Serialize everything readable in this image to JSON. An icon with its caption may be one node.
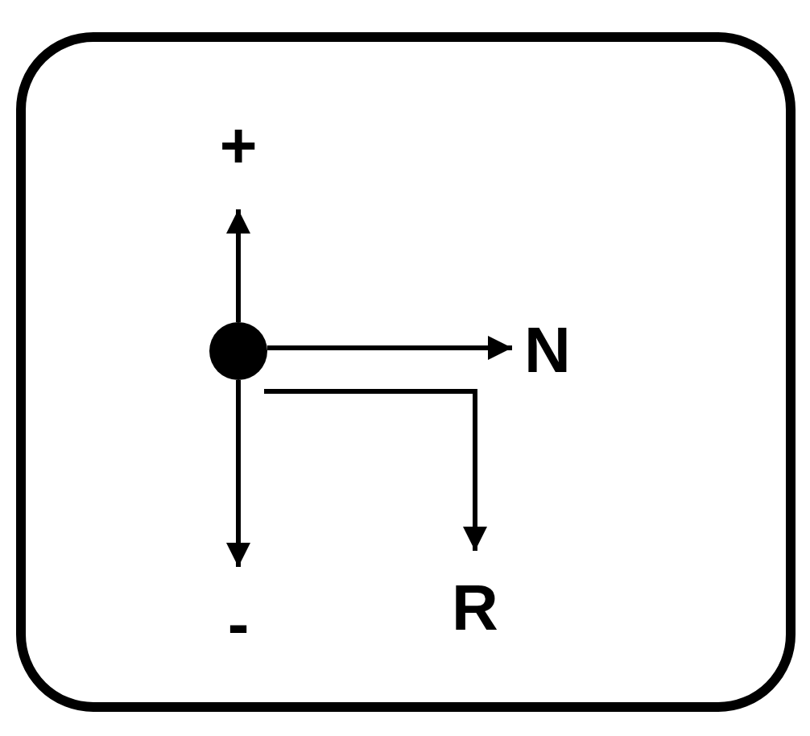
{
  "diagram": {
    "nodes": [
      {
        "text": [],
        "shape": "circle"
      },
      {
        "text": [
          "+"
        ]
      },
      {
        "text": [
          "-"
        ]
      },
      {
        "text": [
          "N"
        ]
      },
      {
        "text": [
          "R"
        ]
      }
    ],
    "edges": [
      {
        "from": 0,
        "to": 1,
        "arrow": "to"
      },
      {
        "from": 0,
        "to": 2,
        "arrow": "to"
      },
      {
        "from": 0,
        "to": 3,
        "arrow": "to"
      },
      {
        "from": 0,
        "to": 4,
        "arrow": "to"
      }
    ]
  }
}
